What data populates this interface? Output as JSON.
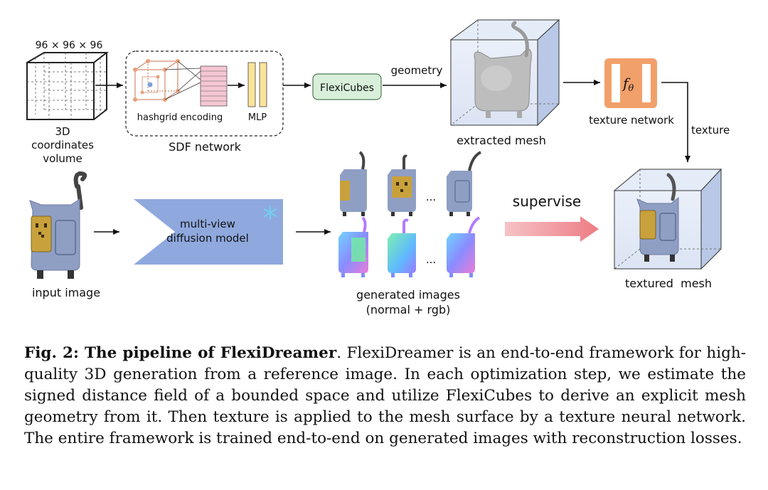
{
  "figure": {
    "volume_dims": "96 × 96 × 96",
    "coords_label": [
      "3D",
      "coordinates",
      "volume"
    ],
    "hashgrid_label": "hashgrid encoding",
    "mlp_label": "MLP",
    "sdf_label": "SDF network",
    "flexicubes_label": "FlexiCubes",
    "geometry_label": "geometry",
    "extracted_mesh_label": "extracted mesh",
    "f_theta_label": "f",
    "f_theta_sub": "θ",
    "texture_network_label": "texture network",
    "texture_label": "texture",
    "input_image_label": "input image",
    "diffusion_label": [
      "multi-view",
      "diffusion model"
    ],
    "ellipsis": "...",
    "generated_label": [
      "generated images",
      "(normal + rgb)"
    ],
    "supervise_label": "supervise",
    "textured_mesh_label": "textured  mesh",
    "colors": {
      "flexicubes_fill": "#d8efd9",
      "diffusion_fill": "#8fa9de",
      "texture_net": "#f2a06a",
      "supervise_arrow": "#f08d92",
      "mlp_fill": "#fbe39a",
      "encoding_fill": "#f5c6d3",
      "robot_body": "#8f9fc4",
      "robot_face": "#c9a13c"
    }
  },
  "caption": {
    "label": "Fig. 2: The pipeline of FlexiDreamer",
    "text": ". FlexiDreamer is an end-to-end framework for high-quality 3D generation from a reference image. In each optimization step, we estimate the signed distance field of a bounded space and utilize FlexiCubes to derive an explicit mesh geometry from it. Then texture is applied to the mesh surface by a texture neural network. The entire framework is trained end-to-end on generated images with reconstruction losses."
  }
}
